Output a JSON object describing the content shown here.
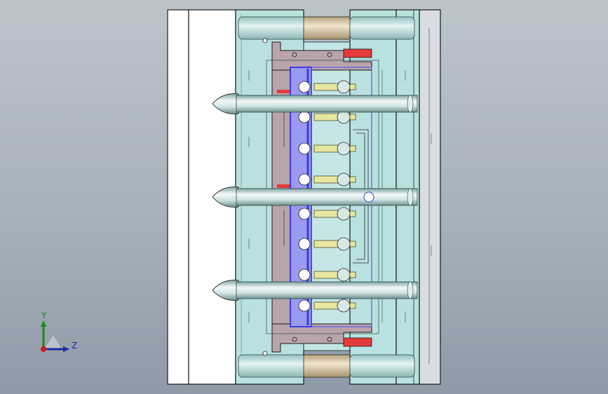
{
  "viewport": {
    "name": "cad-graphics-area",
    "background_top": "#bcc4cc",
    "background_bottom": "#8f9aa6"
  },
  "model": {
    "description_visible": false,
    "colors": {
      "plate_white": "#ffffff",
      "plate_teal": "#b9e1e0",
      "plate_grey": "#d9dde2",
      "outline": "#1c1c1c",
      "pin_highlight": "#f4f7f7",
      "pin_shadow": "#8fb0b0",
      "brass": "#dac9a7",
      "lifter_mauve": "#b9a4ab",
      "runner_blue": "#3c3ce0",
      "runner_fill": "#9a9af0",
      "red": "#e53a3a",
      "part_yellow": "#e6e6a0"
    },
    "cavity_count": 8,
    "guide_pin_count": 3
  },
  "triad": {
    "y_label": "Y",
    "z_label": "Z",
    "y_color": "#1a8a1a",
    "z_color": "#1a2aa8",
    "x_color": "#cc1a1a"
  }
}
